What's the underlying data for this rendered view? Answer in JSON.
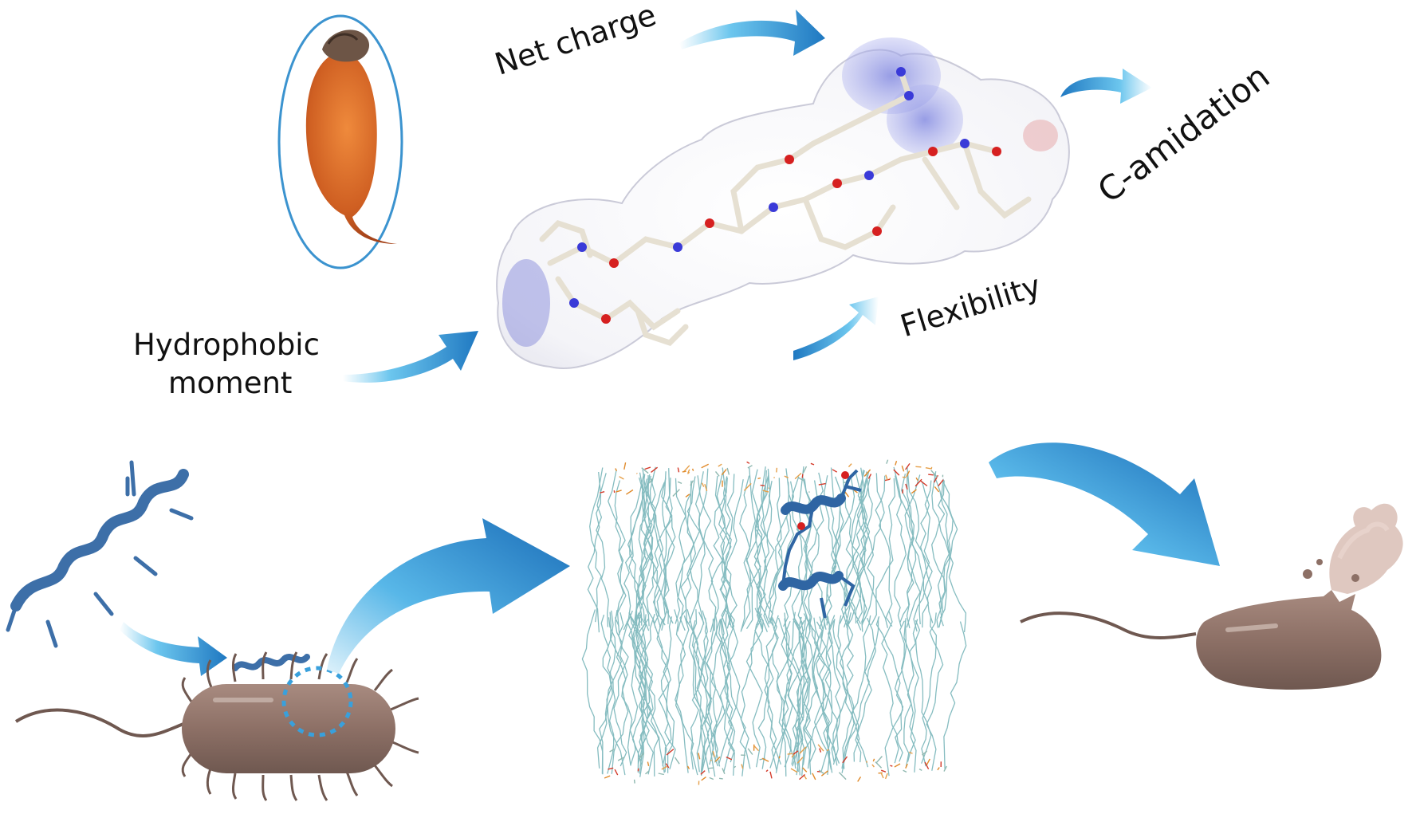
{
  "labels": {
    "net_charge": "Net charge",
    "c_amidation": "C-amidation",
    "flexibility": "Flexibility",
    "hydrophobic_line1": "Hydrophobic",
    "hydrophobic_line2": "moment"
  },
  "colors": {
    "arrow_light": "#6cc6ee",
    "arrow_dark": "#1f78c1",
    "ellipse_border": "#3b93cf",
    "seed": "#d2692a",
    "bacterium": "#8d7066",
    "peptide": "#3d6fa8",
    "stick": "#e8e2d6",
    "oxygen": "#d62020",
    "nitrogen": "#3a3ad8"
  },
  "icons": [
    "seed-icon",
    "peptide-surface-icon",
    "helix-peptide-icon",
    "bacterium-icon",
    "membrane-icon",
    "lysed-bacterium-icon"
  ]
}
